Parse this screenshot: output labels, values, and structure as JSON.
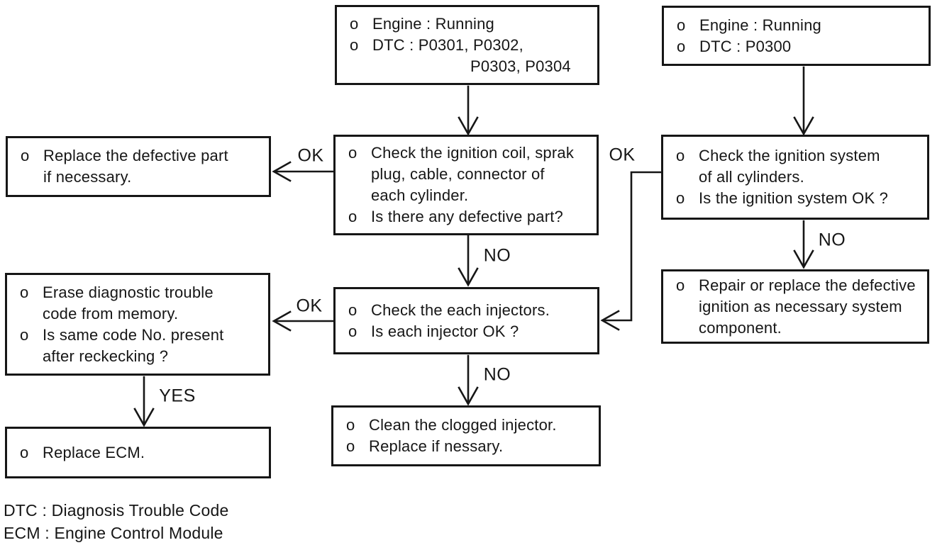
{
  "boxes": {
    "dtc_multi": {
      "items": [
        {
          "bullet": "o",
          "text": "Engine : Running"
        },
        {
          "bullet": "o",
          "text": "DTC : P0301, P0302,"
        },
        {
          "bullet": "",
          "text": "P0303, P0304"
        }
      ]
    },
    "dtc_p0300": {
      "items": [
        {
          "bullet": "o",
          "text": "Engine : Running"
        },
        {
          "bullet": "o",
          "text": "DTC : P0300"
        }
      ]
    },
    "replace_part": {
      "items": [
        {
          "bullet": "o",
          "text": "Replace the defective part if necessary."
        }
      ]
    },
    "check_coil": {
      "items": [
        {
          "bullet": "o",
          "text": "Check the ignition coil, sprak plug, cable, connector of each cylinder."
        },
        {
          "bullet": "o",
          "text": "Is there any defective part?"
        }
      ]
    },
    "check_ignition_system": {
      "items": [
        {
          "bullet": "o",
          "text": "Check the ignition system of all cylinders."
        },
        {
          "bullet": "o",
          "text": "Is the ignition system OK ?"
        }
      ]
    },
    "repair_ignition": {
      "items": [
        {
          "bullet": "o",
          "text": "Repair or replace the defective ignition as necessary system component."
        }
      ]
    },
    "check_injectors": {
      "items": [
        {
          "bullet": "o",
          "text": "Check the each injectors."
        },
        {
          "bullet": "o",
          "text": "Is each injector OK ?"
        }
      ]
    },
    "erase_code": {
      "items": [
        {
          "bullet": "o",
          "text": "Erase diagnostic trouble code from memory."
        },
        {
          "bullet": "o",
          "text": "Is same code No. present after reckecking ?"
        }
      ]
    },
    "replace_ecm": {
      "items": [
        {
          "bullet": "o",
          "text": "Replace ECM."
        }
      ]
    },
    "clean_injector": {
      "items": [
        {
          "bullet": "o",
          "text": "Clean the clogged injector."
        },
        {
          "bullet": "o",
          "text": "Replace if nessary."
        }
      ]
    }
  },
  "labels": {
    "ok_to_replace_part": "OK",
    "ok_from_ignition": "OK",
    "ok_to_erase": "OK",
    "no_to_injectors": "NO",
    "no_to_repair": "NO",
    "no_to_clean": "NO",
    "yes_to_ecm": "YES"
  },
  "legend": [
    "DTC : Diagnosis Trouble Code",
    "ECM : Engine Control Module"
  ],
  "line_color": "#161616"
}
